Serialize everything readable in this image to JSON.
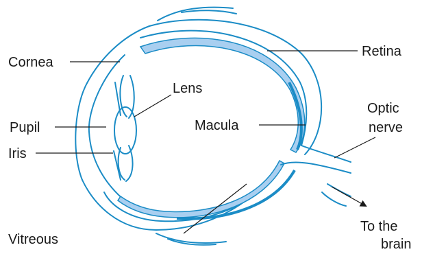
{
  "labels": {
    "cornea": "Cornea",
    "pupil": "Pupil",
    "iris": "Iris",
    "lens": "Lens",
    "macula": "Macula",
    "vitreous": "Vitreous",
    "retina": "Retina",
    "optic_line1": "Optic",
    "optic_line2": "nerve",
    "brain_line1": "To the",
    "brain_line2": "brain"
  },
  "colors": {
    "outline": "#1b8cc6",
    "retina_fill": "#a9cff0",
    "retina_dark": "#1b8cc6",
    "text": "#1a1a1a"
  }
}
